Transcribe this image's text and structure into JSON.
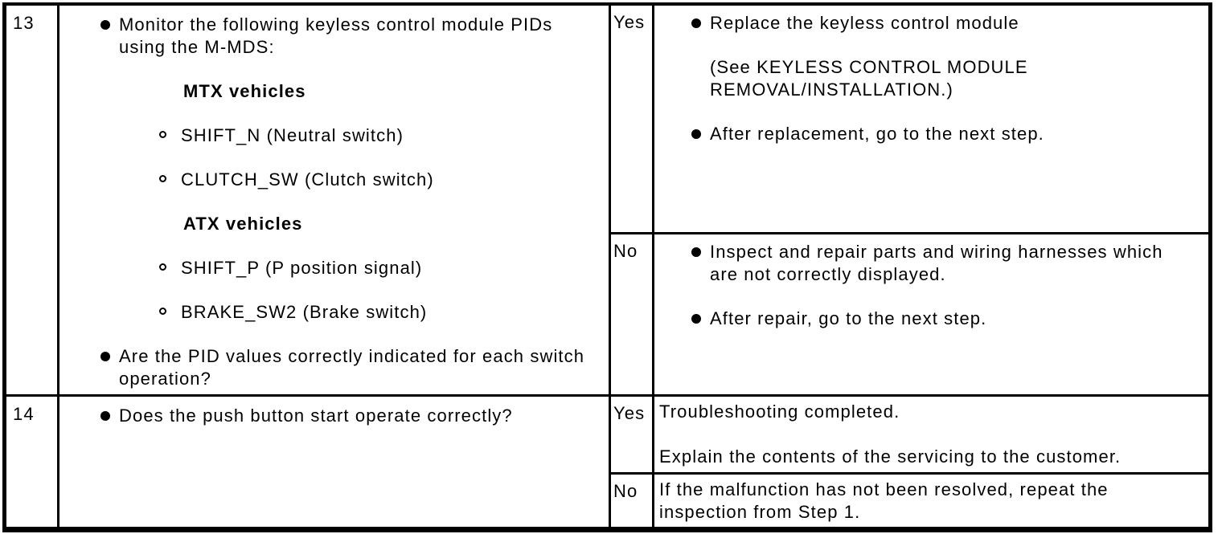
{
  "accent_colors": {
    "line": "#000000",
    "background": "#ffffff"
  },
  "table": {
    "step13": {
      "step_number": "13",
      "inspection": {
        "item_monitor": "Monitor the following keyless control module PIDs using the M-MDS:",
        "header_mtx": "MTX vehicles",
        "pid_shift_n": "SHIFT_N (Neutral switch)",
        "pid_clutch_sw": "CLUTCH_SW (Clutch switch)",
        "header_atx": "ATX vehicles",
        "pid_shift_p": "SHIFT_P (P position signal)",
        "pid_brake_sw2": "BRAKE_SW2 (Brake switch)",
        "item_question": "Are the PID values correctly indicated for each switch operation?"
      },
      "yes": {
        "label": "Yes",
        "action_replace": "Replace the keyless control module",
        "action_see": "(See KEYLESS CONTROL MODULE REMOVAL/INSTALLATION.)",
        "action_after": "After replacement, go to the next step."
      },
      "no": {
        "label": "No",
        "action_inspect": "Inspect and repair parts and wiring harnesses which are not correctly displayed.",
        "action_after": "After repair, go to the next step."
      }
    },
    "step14": {
      "step_number": "14",
      "inspection": {
        "item_question": "Does the push button start operate correctly?"
      },
      "yes": {
        "label": "Yes",
        "line_completed": "Troubleshooting completed.",
        "line_explain": "Explain the contents of the servicing to the customer."
      },
      "no": {
        "label": "No",
        "line_repeat": "If the malfunction has not been resolved, repeat the inspection from Step 1."
      }
    }
  }
}
